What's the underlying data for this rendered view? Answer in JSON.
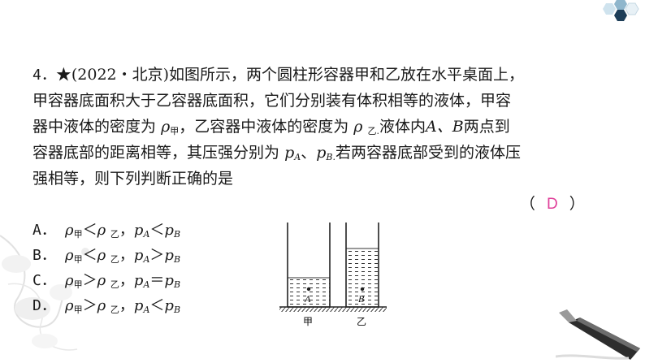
{
  "question": {
    "number": "4．",
    "star": "★",
    "source": "(2022・北京)",
    "line1": "如图所示，两个圆柱形容器甲和乙放在水平桌面上，",
    "line2": "甲容器底面积大于乙容器底面积，它们分别装有体积相等的液体，甲容",
    "line3a": "器中液体的密度为",
    "line3b": "，乙容器中液体的密度为",
    "line3c": "液体内",
    "line3d": "两点到",
    "line4a": "容器底部的距离相等，其压强分别为",
    "line4b": "若两容器底部受到的液体压",
    "line5": "强相等，则下列判断正确的是",
    "rho": "ρ",
    "sub_jia": "甲",
    "sub_yi": "乙",
    "sub_yi_dot": "乙.",
    "points": "A、B",
    "pa": "p",
    "pa_sub": "A",
    "sep": "、",
    "pb": "p",
    "pb_sub": "B",
    "pb_sub_dot": "B."
  },
  "answer": {
    "open": "（",
    "value": "D",
    "close": "）"
  },
  "options": [
    {
      "letter": "A．",
      "rel1": "＜",
      "rel2": "＜"
    },
    {
      "letter": "B．",
      "rel1": "＜",
      "rel2": "＞"
    },
    {
      "letter": "C．",
      "rel1": "＞",
      "rel2": "＝"
    },
    {
      "letter": "D．",
      "rel1": "＞",
      "rel2": "＜"
    }
  ],
  "option_parts": {
    "rho": "ρ",
    "sub_jia": "甲",
    "sub_yi": "乙",
    "comma": "，",
    "p": "p",
    "sub_a": "A",
    "sub_b": "B"
  },
  "figure": {
    "label_jia": "甲",
    "label_yi": "乙",
    "point_a": "A",
    "point_b": "B"
  }
}
